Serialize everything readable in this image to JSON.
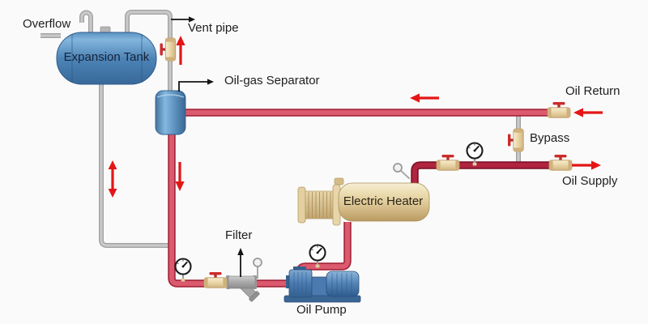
{
  "diagram_labels": {
    "components": {
      "expansion_tank": "Expansion Tank",
      "oil_gas_separator": "Oil-gas Separator",
      "electric_heater": "Electric Heater",
      "oil_pump": "Oil Pump",
      "filter": "Filter"
    },
    "flow": {
      "overflow": "Overflow",
      "vent_pipe": "Vent pipe",
      "oil_return": "Oil Return",
      "oil_supply": "Oil Supply",
      "bypass": "Bypass"
    }
  },
  "icons": {
    "pressure_gauge": "round dial gauge with needle, mounted on stem (3 instances)",
    "temperature_sensor": "small circle probe on stem (2 instances)",
    "shutoff_valve": "tan ball valve with red T-handle (6 instances)",
    "flow_arrow": "red arrow showing flow direction (6 instances)",
    "label_pointer_arrow": "thin black arrow pointing at labels (3 instances)"
  },
  "colors": {
    "background": "#fbfafa",
    "loop_pipe": "#dc5a6e",
    "loop_pipe_edge": "#a8293e",
    "supply_pipe": "#b02440",
    "supply_pipe_edge": "#7e1226",
    "vent_pipe_gray": "#c9c9c9",
    "flow_arrow_red": "#e41616",
    "tank_blue": "#4d84b6",
    "separator_blue": "#84b8e0",
    "heater_tan": "#ddc795",
    "valve_tan": "#e9d4a4",
    "pump_blue": "#4a7ab0",
    "label_text": "#1e1e1e"
  }
}
